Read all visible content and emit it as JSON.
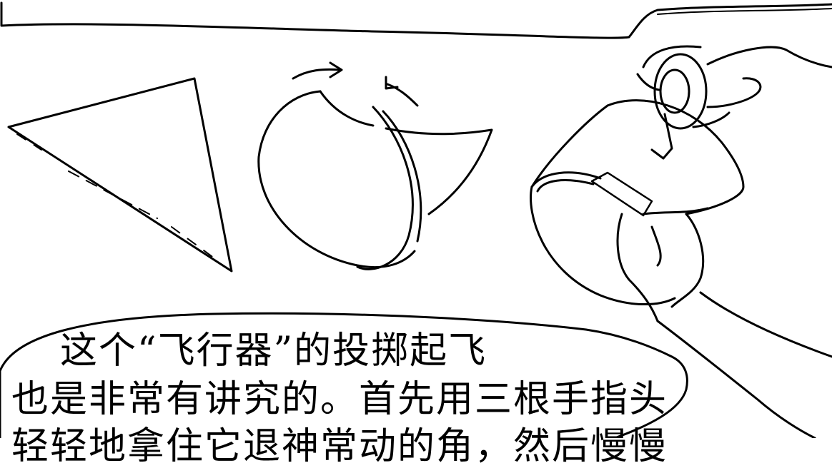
{
  "caption": {
    "lines": [
      "这个“飞行器”的投掷起飞",
      "也是非常有讲究的。首先用三根手指头",
      "轻轻地拿住它退神常动的角，然后慢慢"
    ]
  },
  "colors": {
    "ink": "#000000",
    "paper": "#ffffff"
  },
  "icons": [
    "triangle-paper-sheet",
    "curl-arrow-icon",
    "paper-cone",
    "tape-roll",
    "hand"
  ]
}
